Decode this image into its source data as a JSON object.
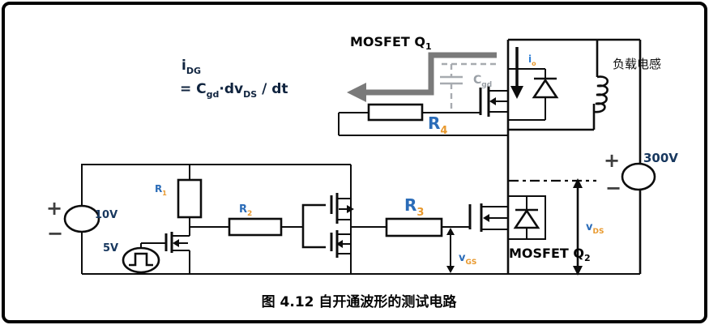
{
  "colors": {
    "wire": "#0d0d0d",
    "label_blue": "#2b6cb8",
    "label_orange": "#e8992e",
    "voltage_navy": "#17375e",
    "formula_dark": "#10243f",
    "annotation_gray": "#7a7a7a",
    "cgd_gray": "#9aa0a6"
  },
  "titles": {
    "mosfet_q1": {
      "base": "MOSFET Q",
      "sub": "1"
    },
    "mosfet_q2": {
      "base": "MOSFET Q",
      "sub": "2"
    }
  },
  "formula": {
    "line1_base": "i",
    "line1_sub": "DG",
    "line2_p1": "= C",
    "line2_s1": "gd",
    "line2_p2": "·dv",
    "line2_s2": "DS",
    "line2_p3": " / dt"
  },
  "components": {
    "r1": {
      "base": "R",
      "sub": "1"
    },
    "r2": {
      "base": "R",
      "sub": "2"
    },
    "r3": {
      "base": "R",
      "sub": "3"
    },
    "r4": {
      "base": "R",
      "sub": "4"
    },
    "c_gd": {
      "base": "C",
      "sub": "gd"
    },
    "load_inductor": "负载电感"
  },
  "measurements": {
    "v_gs": {
      "base": "v",
      "sub": "GS"
    },
    "v_ds": {
      "base": "v",
      "sub": "DS"
    },
    "i_o": {
      "base": "i",
      "sub": "o"
    }
  },
  "sources": {
    "v10": "10V",
    "v5": "5V",
    "v300": "300V",
    "plus": "+",
    "minus": "−"
  },
  "caption": "图 4.12  自开通波形的测试电路"
}
